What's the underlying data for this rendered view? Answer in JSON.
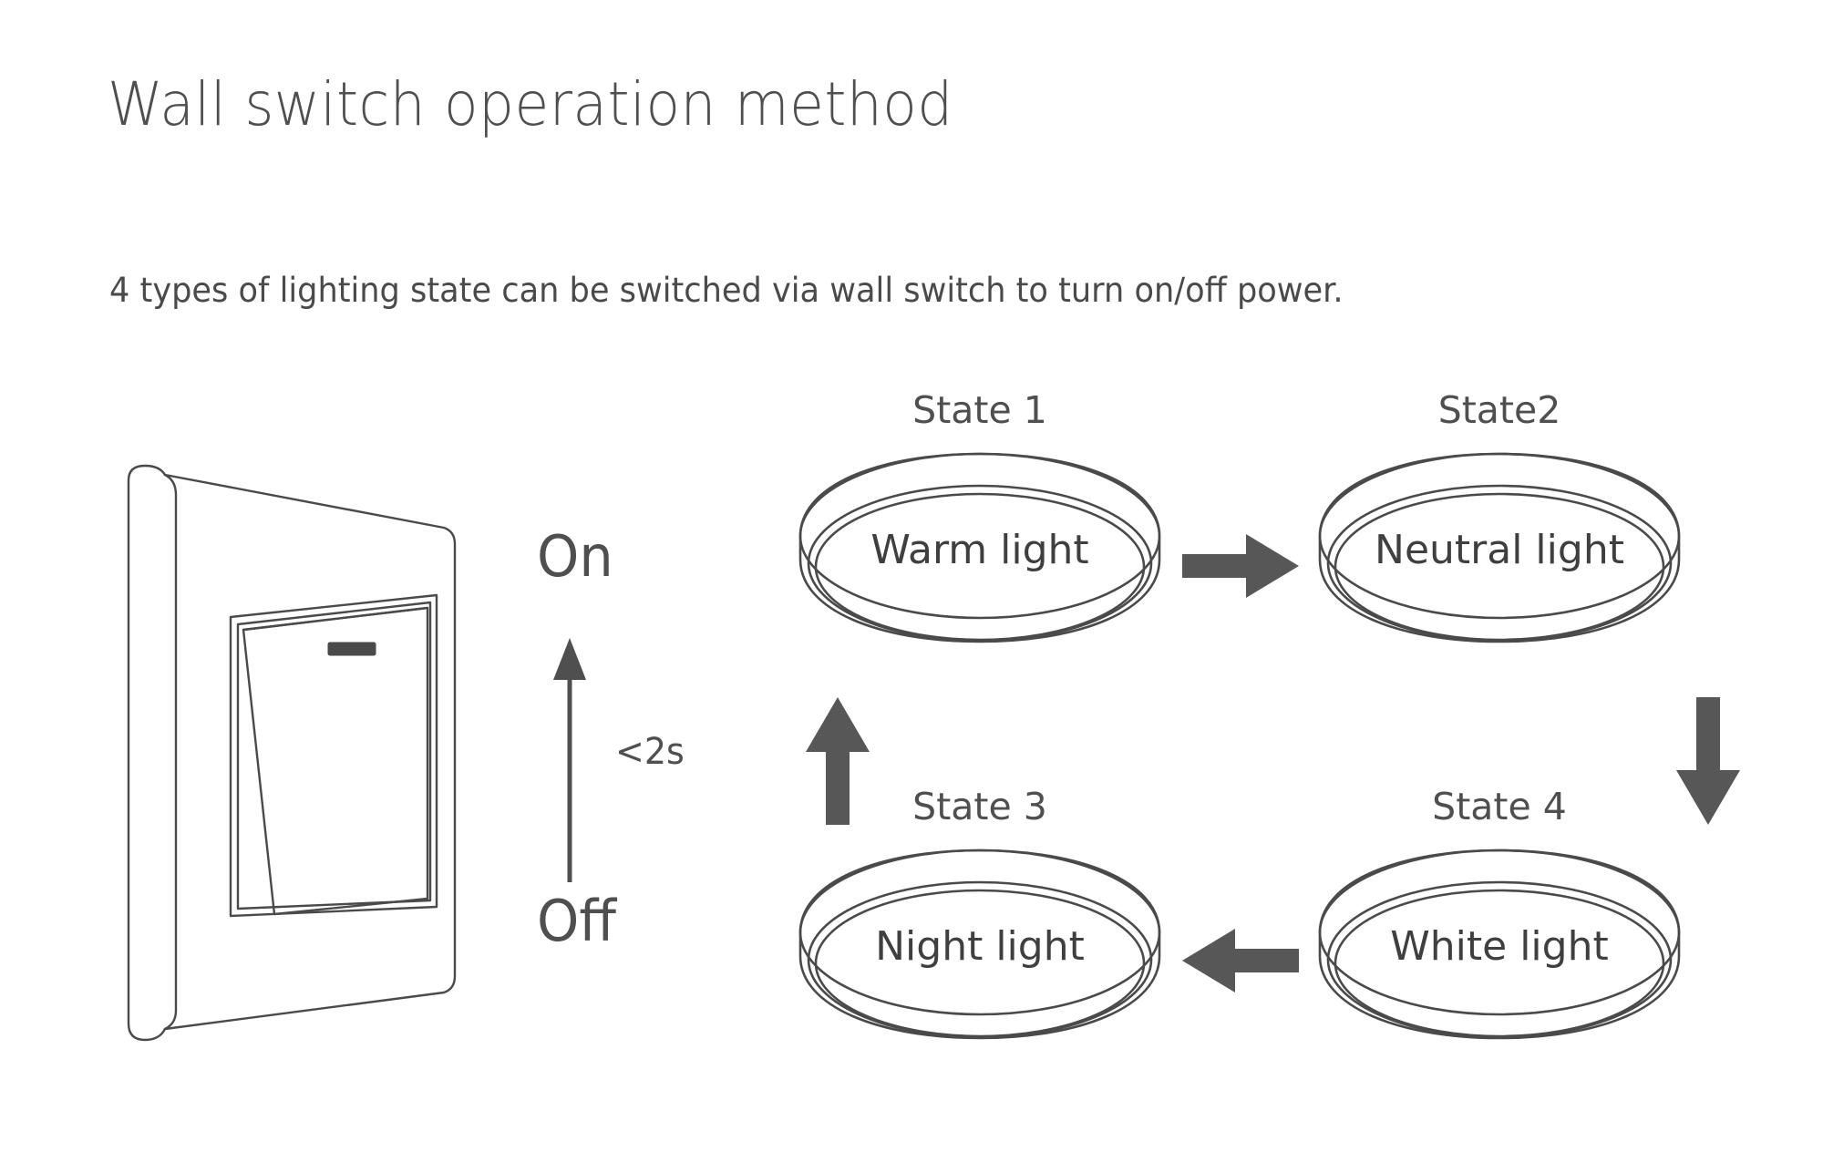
{
  "header": {
    "title": "Wall switch operation method",
    "subtitle": "4 types of lighting state can be switched via wall switch to turn on/off power."
  },
  "switch_control": {
    "on_label": "On",
    "off_label": "Off",
    "duration_label": "<2s",
    "up_arrow_icon": "thin-up-arrow-icon",
    "switch_icon": "wall-switch-illustration",
    "led_indicator_icon": "led-indicator-icon"
  },
  "states": [
    {
      "title": "State 1",
      "light": "Warm light",
      "lamp_icon": "ceiling-lamp-icon"
    },
    {
      "title": "State2",
      "light": "Neutral light",
      "lamp_icon": "ceiling-lamp-icon"
    },
    {
      "title": "State 3",
      "light": "Night light",
      "lamp_icon": "ceiling-lamp-icon"
    },
    {
      "title": "State 4",
      "light": "White light",
      "lamp_icon": "ceiling-lamp-icon"
    }
  ],
  "cycle_arrows": [
    {
      "name": "arrow-right-state1-to-state2",
      "direction": "right"
    },
    {
      "name": "arrow-down-state2-to-state4",
      "direction": "down"
    },
    {
      "name": "arrow-left-state4-to-state3",
      "direction": "left"
    },
    {
      "name": "arrow-up-state3-to-state1",
      "direction": "up"
    }
  ],
  "colors": {
    "background": "#ffffff",
    "text": "#4a4a4a",
    "title_text": "#4f4f4f",
    "line_art": "#4a4a4a",
    "arrow_fill": "#575757"
  }
}
